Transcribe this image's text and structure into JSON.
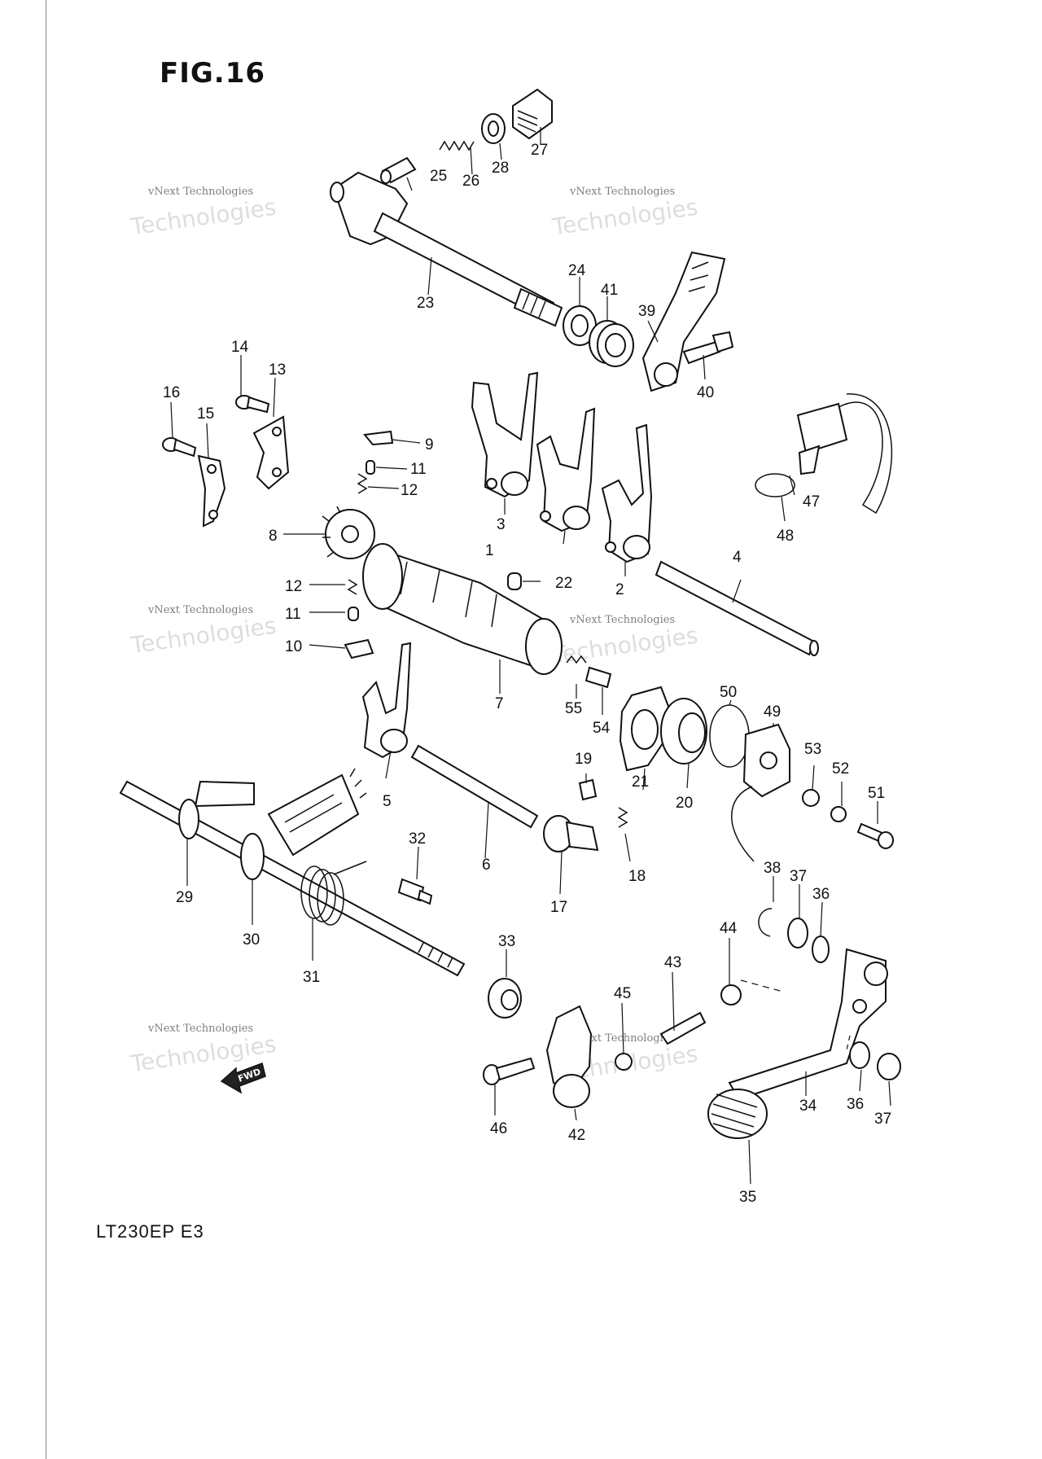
{
  "figure_title": "FIG.16",
  "model_code": "LT230EP  E3",
  "fwd_label": "FWD",
  "watermark": {
    "small_text": "vNext Technologies",
    "large_text": "Technologies"
  },
  "callouts": {
    "p1": "1",
    "p2": "2",
    "p3": "3",
    "p4": "4",
    "p5": "5",
    "p6": "6",
    "p7": "7",
    "p8": "8",
    "p9": "9",
    "p10": "10",
    "p11a": "11",
    "p11b": "11",
    "p12a": "12",
    "p12b": "12",
    "p13": "13",
    "p14": "14",
    "p15": "15",
    "p16": "16",
    "p17": "17",
    "p18": "18",
    "p19": "19",
    "p20": "20",
    "p21": "21",
    "p22": "22",
    "p23": "23",
    "p24": "24",
    "p25": "25",
    "p26": "26",
    "p27": "27",
    "p28": "28",
    "p29": "29",
    "p30": "30",
    "p31": "31",
    "p32": "32",
    "p33": "33",
    "p34": "34",
    "p35": "35",
    "p36a": "36",
    "p36b": "36",
    "p37a": "37",
    "p37b": "37",
    "p38": "38",
    "p39": "39",
    "p40": "40",
    "p41": "41",
    "p42": "42",
    "p43": "43",
    "p44": "44",
    "p45": "45",
    "p46": "46",
    "p47": "47",
    "p48": "48",
    "p49": "49",
    "p50": "50",
    "p51": "51",
    "p52": "52",
    "p53": "53",
    "p54": "54",
    "p55": "55"
  }
}
